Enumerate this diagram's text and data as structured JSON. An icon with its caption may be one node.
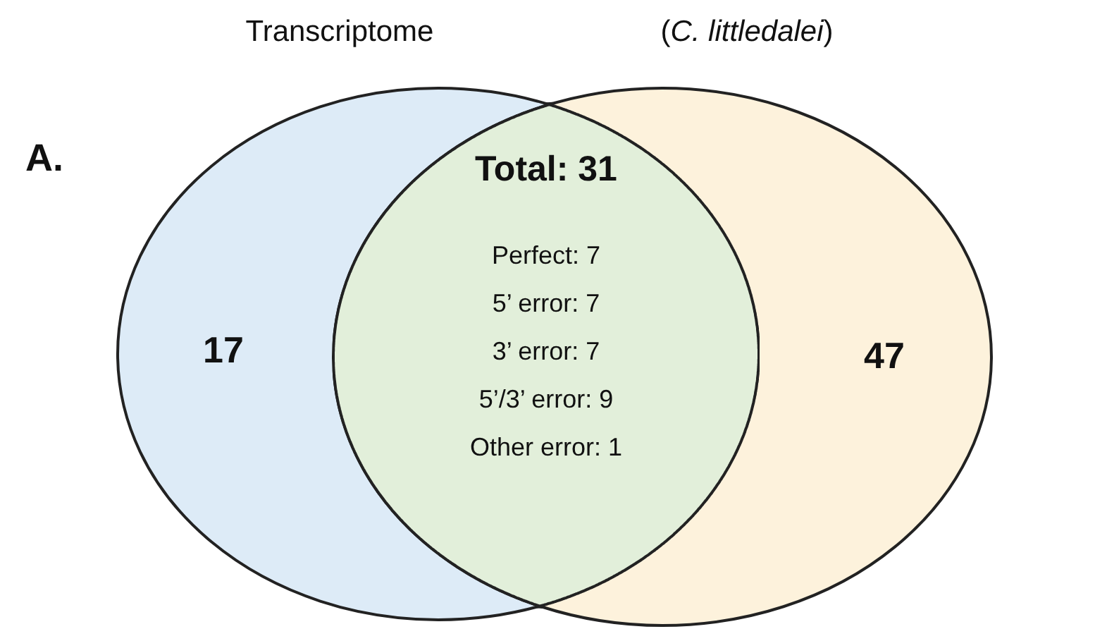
{
  "diagram": {
    "nodes": [
      {
        "text": [
          "Transcriptome",
          "17"
        ]
      },
      {
        "text": [
          "(*C. littledalei*)",
          "47"
        ]
      },
      {
        "text": [
          "Total: 31",
          "Perfect: 7",
          "5’ error: 7",
          "3’ error: 7",
          "5’/3’ error: 9",
          "Other error: 1"
        ]
      }
    ],
    "labels": [
      "A."
    ]
  }
}
